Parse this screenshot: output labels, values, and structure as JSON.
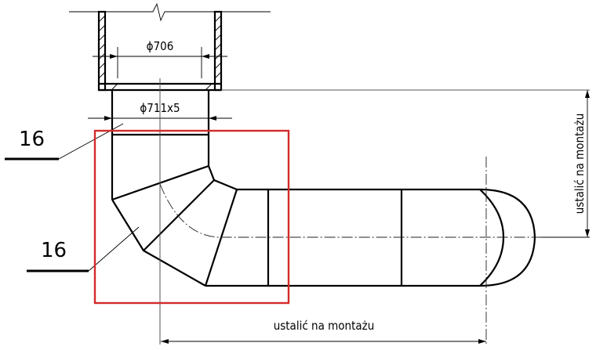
{
  "drawing": {
    "dimensions": {
      "inner_diameter": "ϕ706",
      "pipe_spec": "ϕ711x5",
      "horizontal_length": "ustalić na montażu",
      "vertical_height": "ustalić na montażu"
    },
    "callouts": [
      {
        "label": "16",
        "target": "vertical pipe"
      },
      {
        "label": "16",
        "target": "segmented elbow"
      }
    ],
    "highlight": {
      "color": "#d42a2a",
      "target": "segmented 90-degree elbow"
    }
  }
}
